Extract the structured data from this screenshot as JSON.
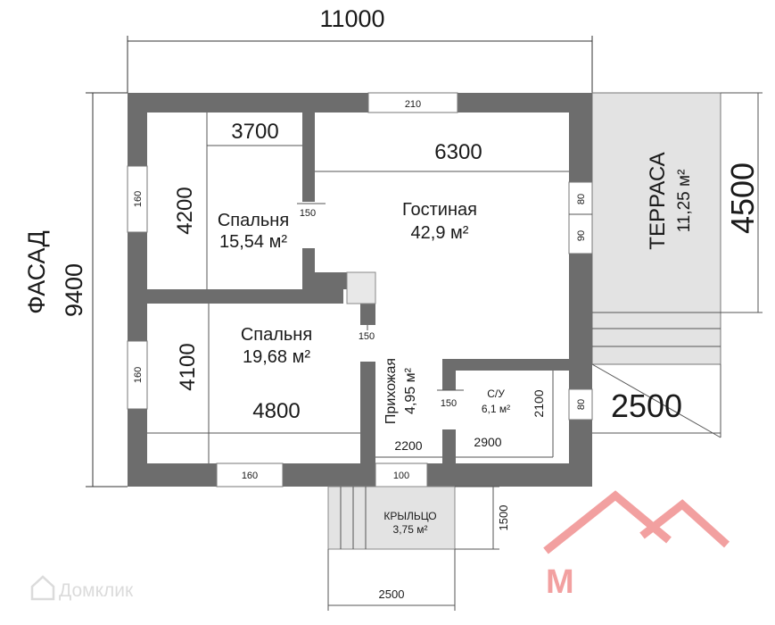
{
  "plan": {
    "overall_width": "11000",
    "overall_height": "9400",
    "facade": "ФАСАД",
    "wall_color": "#6d6d6d",
    "terrace_color": "#e3e3e3",
    "porch_color": "#e3e3e3",
    "logo_color": "#f2a0a0",
    "rooms": {
      "bedroom1": {
        "name": "Спальня",
        "area": "15,54 м²",
        "width": "3700",
        "height": "4200"
      },
      "bedroom2": {
        "name": "Спальня",
        "area": "19,68 м²",
        "width": "4800",
        "height": "4100"
      },
      "living": {
        "name": "Гостиная",
        "area": "42,9 м²",
        "width": "6300"
      },
      "hall": {
        "name": "Прихожая",
        "area": "4,95 м²",
        "width": "2200"
      },
      "bath": {
        "name": "С/У",
        "area": "6,1 м²",
        "width": "2900",
        "height": "2100"
      },
      "terrace": {
        "name": "ТЕРРАСА",
        "area": "11,25 м²",
        "width": "2500",
        "height": "4500"
      },
      "porch": {
        "name": "КРЫЛЬЦО",
        "area": "3,75 м²",
        "width": "2500",
        "height": "1500"
      }
    },
    "openings": {
      "window_top": "210",
      "window_left_top": "160",
      "window_left_bottom": "160",
      "window_right_top_a": "80",
      "window_right_top_b": "90",
      "window_right_bottom": "80",
      "window_bottom_left": "160",
      "door_entrance": "100",
      "door_bedroom1": "150",
      "door_bedroom2": "150",
      "door_bath": "150"
    },
    "watermark": "Домклик",
    "logo_letter": "М"
  }
}
